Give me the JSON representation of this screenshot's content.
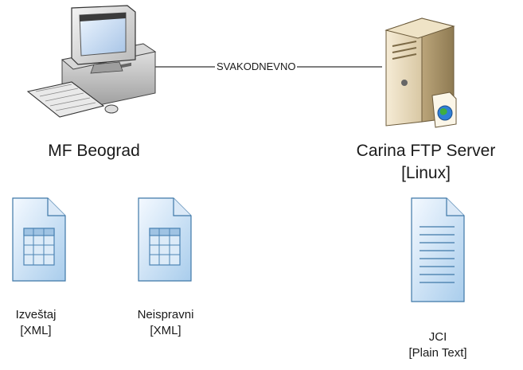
{
  "diagram": {
    "connection": {
      "label": "SVAKODNEVNO"
    },
    "computer": {
      "label": "MF Beograd",
      "icon": "desktop-computer-icon"
    },
    "server": {
      "label_line1": "Carina FTP Server",
      "label_line2": "[Linux]",
      "icon": "ftp-server-icon"
    },
    "files": [
      {
        "line1": "Izveštaj",
        "line2": "[XML]",
        "icon": "xml-spreadsheet-file-icon"
      },
      {
        "line1": "Neispravni",
        "line2": "[XML]",
        "icon": "xml-spreadsheet-file-icon"
      },
      {
        "line1": "JCI",
        "line2": "[Plain Text]",
        "icon": "text-file-icon"
      }
    ]
  }
}
